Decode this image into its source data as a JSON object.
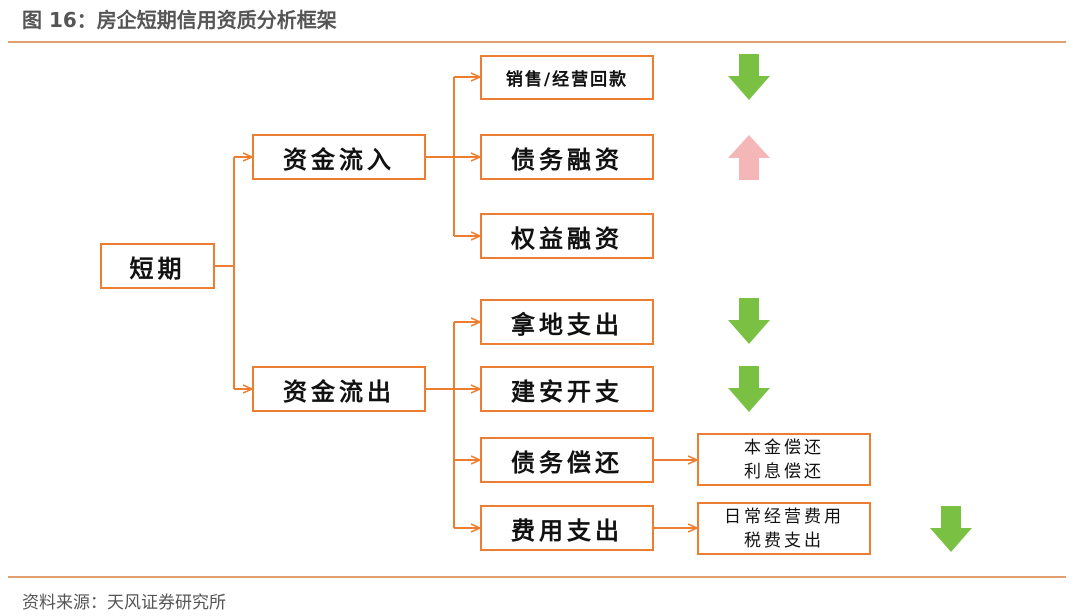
{
  "title": "图 16：房企短期信用资质分析框架",
  "source": "资料来源：天风证券研究所",
  "colors": {
    "accent": "#ed7d31",
    "down": "#7ac143",
    "up": "#f4b6b6",
    "rule": "#e0a070"
  },
  "root": {
    "label": "短期"
  },
  "inflow": {
    "label": "资金流入",
    "items": [
      {
        "label": "销售/经营回款",
        "trend": "down"
      },
      {
        "label": "债务融资",
        "trend": "up"
      },
      {
        "label": "权益融资",
        "trend": "none"
      }
    ]
  },
  "outflow": {
    "label": "资金流出",
    "items": [
      {
        "label": "拿地支出",
        "trend": "down"
      },
      {
        "label": "建安开支",
        "trend": "down"
      },
      {
        "label": "债务偿还",
        "trend": "none",
        "detail": [
          "本金偿还",
          "利息偿还"
        ]
      },
      {
        "label": "费用支出",
        "trend": "down",
        "detail": [
          "日常经营费用",
          "税费支出"
        ]
      }
    ]
  }
}
